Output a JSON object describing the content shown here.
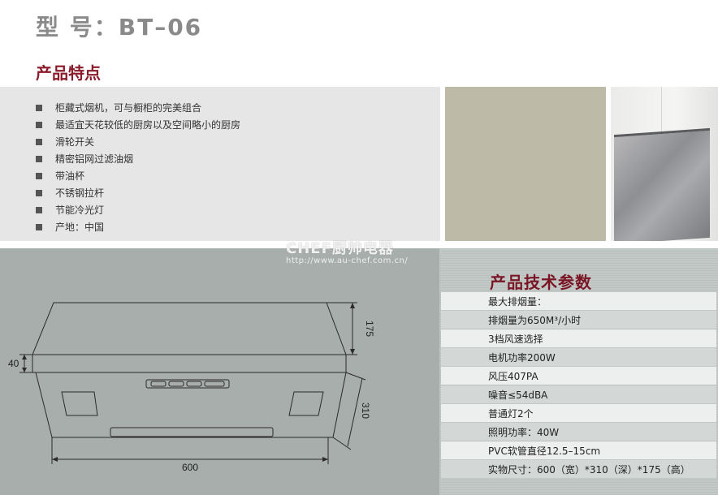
{
  "header": {
    "model_title": "型 号：BT–06",
    "features_heading": "产品特点"
  },
  "features": [
    "柜藏式烟机，可与橱柜的完美组合",
    "最适宜天花较低的厨房以及空间略小的厨房",
    "滑轮开关",
    "精密铝网过滤油烟",
    "带油杯",
    "不锈钢拉杆",
    "节能冷光灯",
    "产地：中国"
  ],
  "watermark": {
    "main": "CHEF厨帅电器",
    "url": "http://www.au-chef.com.cn/"
  },
  "drawing": {
    "dim_height_top": "175",
    "dim_left": "40",
    "dim_depth": "310",
    "dim_width": "600"
  },
  "specs": {
    "heading": "产品技术参数",
    "rows": [
      "最大排烟量：",
      "排烟量为650M³/小时",
      "3档风速选择",
      "电机功率200W",
      "风压407PA",
      "噪音≤54dBA",
      "普通灯2个",
      "照明功率：40W",
      "PVC软管直径12.5–15cm",
      "实物尺寸：600（宽）*310（深）*175（高）"
    ]
  },
  "colors": {
    "heading_red": "#8b1a2a",
    "title_gray": "#8a8a8a",
    "drawing_bg": "#a8aeac"
  }
}
